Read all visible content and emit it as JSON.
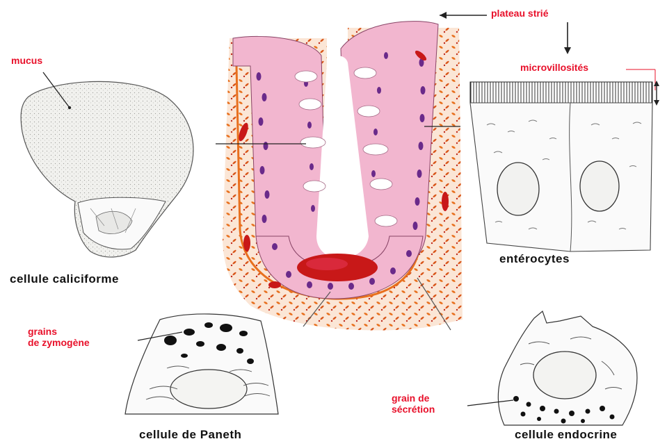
{
  "labels": {
    "mucus": "mucus",
    "plateau_strie": "plateau strié",
    "microvillosites": "microvillosités",
    "grains_line1": "grains",
    "grains_line2": "de zymogène",
    "grain_sec_line1": "grain de",
    "grain_sec_line2": "sécrétion"
  },
  "captions": {
    "caliciforme": "cellule caliciforme",
    "enterocytes": "entérocytes",
    "paneth": "cellule de Paneth",
    "endocrine": "cellule endocrine"
  },
  "colors": {
    "label_red": "#e8102a",
    "epithelium_pink": "#f2b6cf",
    "nucleus_purple": "#6a2a8a",
    "stroma_orange": "#e8701e",
    "blood_red": "#c81818",
    "ink": "#222222"
  }
}
